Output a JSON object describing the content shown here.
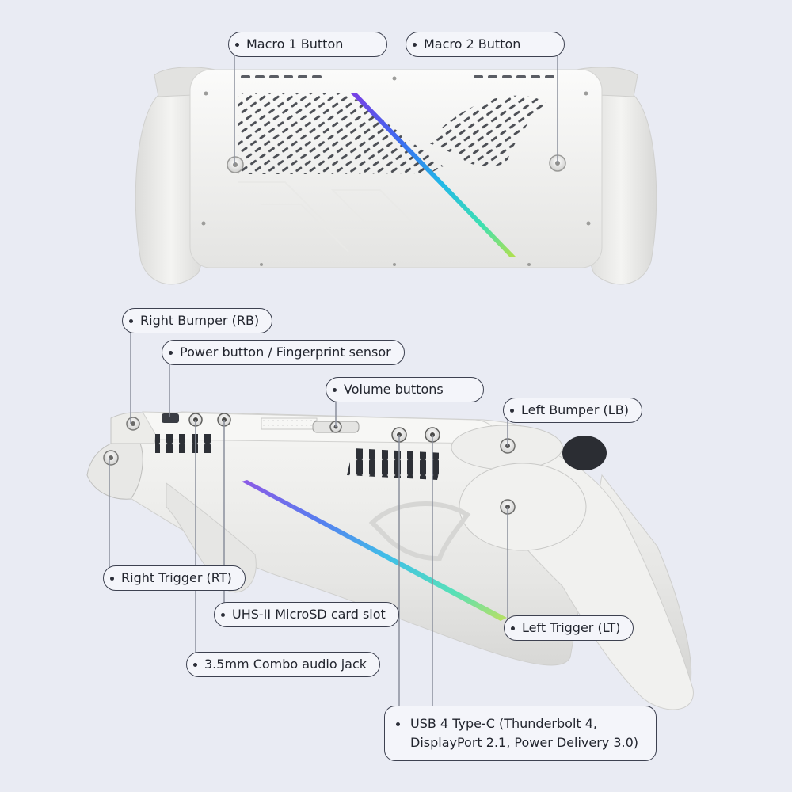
{
  "callouts": {
    "macro1": "Macro 1 Button",
    "macro2": "Macro 2 Button",
    "right_bumper": "Right Bumper (RB)",
    "power": "Power button / Fingerprint sensor",
    "volume": "Volume buttons",
    "left_bumper": "Left Bumper (LB)",
    "right_trigger": "Right Trigger (RT)",
    "microsd": "UHS-II MicroSD card slot",
    "left_trigger": "Left Trigger (LT)",
    "audio": "3.5mm Combo audio jack",
    "usb_line1": "USB 4 Type-C (Thunderbolt 4,",
    "usb_line2": "DisplayPort 2.1, Power Delivery 3.0)"
  },
  "colors": {
    "background": "#e9ebf3",
    "device_body": "#f3f3f1",
    "leader_line": "#8a8f9c",
    "rgb_strip": [
      "#7b3fe4",
      "#3b6cf0",
      "#22b8e8",
      "#3ee0b0",
      "#b6e04a"
    ]
  }
}
